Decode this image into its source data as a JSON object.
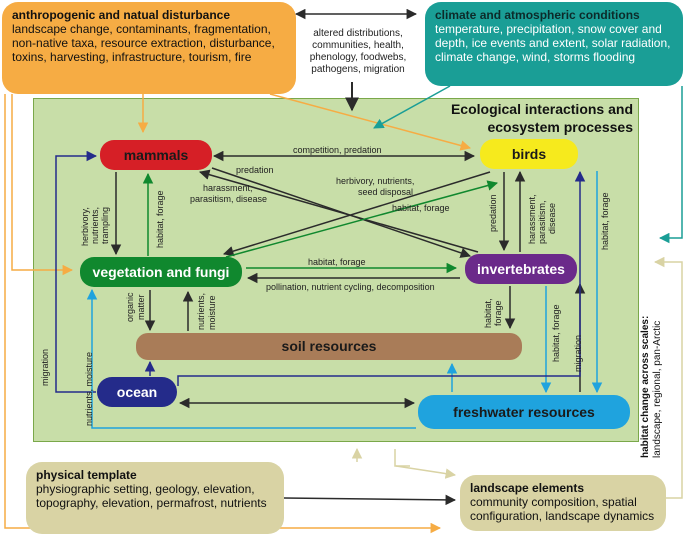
{
  "boxes": {
    "anthro": {
      "title": "anthropogenic and natual disturbance",
      "body": "landscape change, contaminants, fragmentation, non-native taxa, resource extraction, disturbance, toxins, harvesting, infrastructure, tourism, fire"
    },
    "climate": {
      "title": "climate and atmospheric conditions",
      "body": "temperature, precipitation, snow cover and depth, ice events and extent, solar radiation, climate change, wind, storms flooding"
    },
    "physical": {
      "title": "physical template",
      "body": "physiographic setting, geology, elevation, topography, elevation, permafrost, nutrients"
    },
    "landscape": {
      "title": "landscape elements",
      "body": "community composition, spatial configuration, landscape dynamics"
    }
  },
  "altered_text": "altered distributions, communities, health, phenology, foodwebs, pathogens, migration",
  "panel_title": "Ecological interactions and ecosystem processes",
  "nodes": {
    "mammals": "mammals",
    "birds": "birds",
    "vegetation": "vegetation and fungi",
    "invertebrates": "invertebrates",
    "soil": "soil resources",
    "ocean": "ocean",
    "freshwater": "freshwater resources"
  },
  "labels": {
    "competition": "competition, predation",
    "predation_top": "predation",
    "harassment_m1": "harassment,",
    "harassment_m2": "parasitism, disease",
    "herbivory_b1": "herbivory, nutrients,",
    "herbivory_b2": "seed disposal",
    "habitat_forage_diag": "habitat, forage",
    "herbivory_m1": "herbivory,",
    "herbivory_m2": "nutrients,",
    "herbivory_m3": "trampling",
    "habitat_forage_m": "habitat, forage",
    "predation_b": "predation",
    "harassment_b1": "harassment,",
    "harassment_b2": "parasitism,",
    "harassment_b3": "disease",
    "habitat_forage_bf": "habitat, forage",
    "habitat_forage_vi": "habitat, forage",
    "pollination": "pollination, nutrient cycling, decomposition",
    "organic1": "organic",
    "organic2": "matter",
    "nutrients_moisture_v1": "nutrients,",
    "nutrients_moisture_v2": "moisture",
    "habitat_forage_is1": "habitat,",
    "habitat_forage_is2": "forage",
    "habitat_forage_if": "habitat, forage",
    "migration_b": "migration",
    "migration_l": "migration",
    "nutrients_moisture_l": "nutrients, moisture"
  },
  "scale_note": {
    "title": "habitat change across scales:",
    "body": "landscape, regional, pan-Arctic"
  },
  "colors": {
    "orange": "#f6ac44",
    "teal": "#1a9e96",
    "tan": "#d9d3a4",
    "panel": "#c8dea8",
    "mammals": "#d61f26",
    "birds": "#f6ea1d",
    "vegetation": "#10882e",
    "invertebrates": "#6b2a8a",
    "soil": "#a97c58",
    "ocean": "#242b8a",
    "freshwater": "#1fa3de"
  }
}
